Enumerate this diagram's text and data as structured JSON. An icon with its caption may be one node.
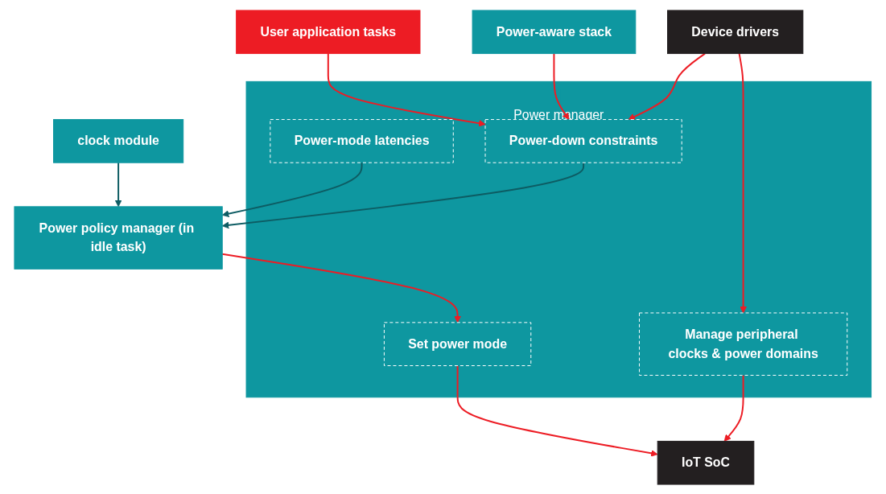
{
  "diagram": {
    "nodes": [
      {
        "text": [
          "Power policy manager (in idle task)"
        ]
      },
      {
        "text": [
          "User application tasks"
        ]
      },
      {
        "text": [
          "Power-aware stack"
        ]
      },
      {
        "text": [
          "clock module"
        ]
      },
      {
        "text": [
          "Power manager"
        ]
      },
      {
        "text": [
          "Power-mode latencies"
        ],
        "in": 4
      },
      {
        "text": [
          "Power-down constraints"
        ],
        "in": 4
      },
      {
        "text": [
          "Set power mode"
        ],
        "in": 4
      },
      {
        "text": [
          "Manage peripheral clocks & power domains"
        ],
        "in": 4
      },
      {
        "text": [
          "Device drivers"
        ]
      },
      {
        "text": [
          "IoT SoC"
        ]
      }
    ],
    "edges": [
      {
        "from": 3,
        "to": 0,
        "arrow": "to",
        "color": "#0d5c63"
      },
      {
        "from": 5,
        "to": 0,
        "arrow": "to",
        "color": "#0d5c63"
      },
      {
        "from": 6,
        "to": 0,
        "arrow": "to",
        "color": "#0d5c63"
      },
      {
        "from": 0,
        "to": 7,
        "arrow": "to"
      },
      {
        "from": 1,
        "to": 6,
        "arrow": "to"
      },
      {
        "from": 2,
        "to": 6,
        "arrow": "to"
      },
      {
        "from": 9,
        "to": 6,
        "arrow": "to"
      },
      {
        "from": 9,
        "to": 8,
        "arrow": "to"
      },
      {
        "from": 7,
        "to": 10,
        "arrow": "to"
      },
      {
        "from": 8,
        "to": 10,
        "arrow": "to"
      }
    ]
  }
}
